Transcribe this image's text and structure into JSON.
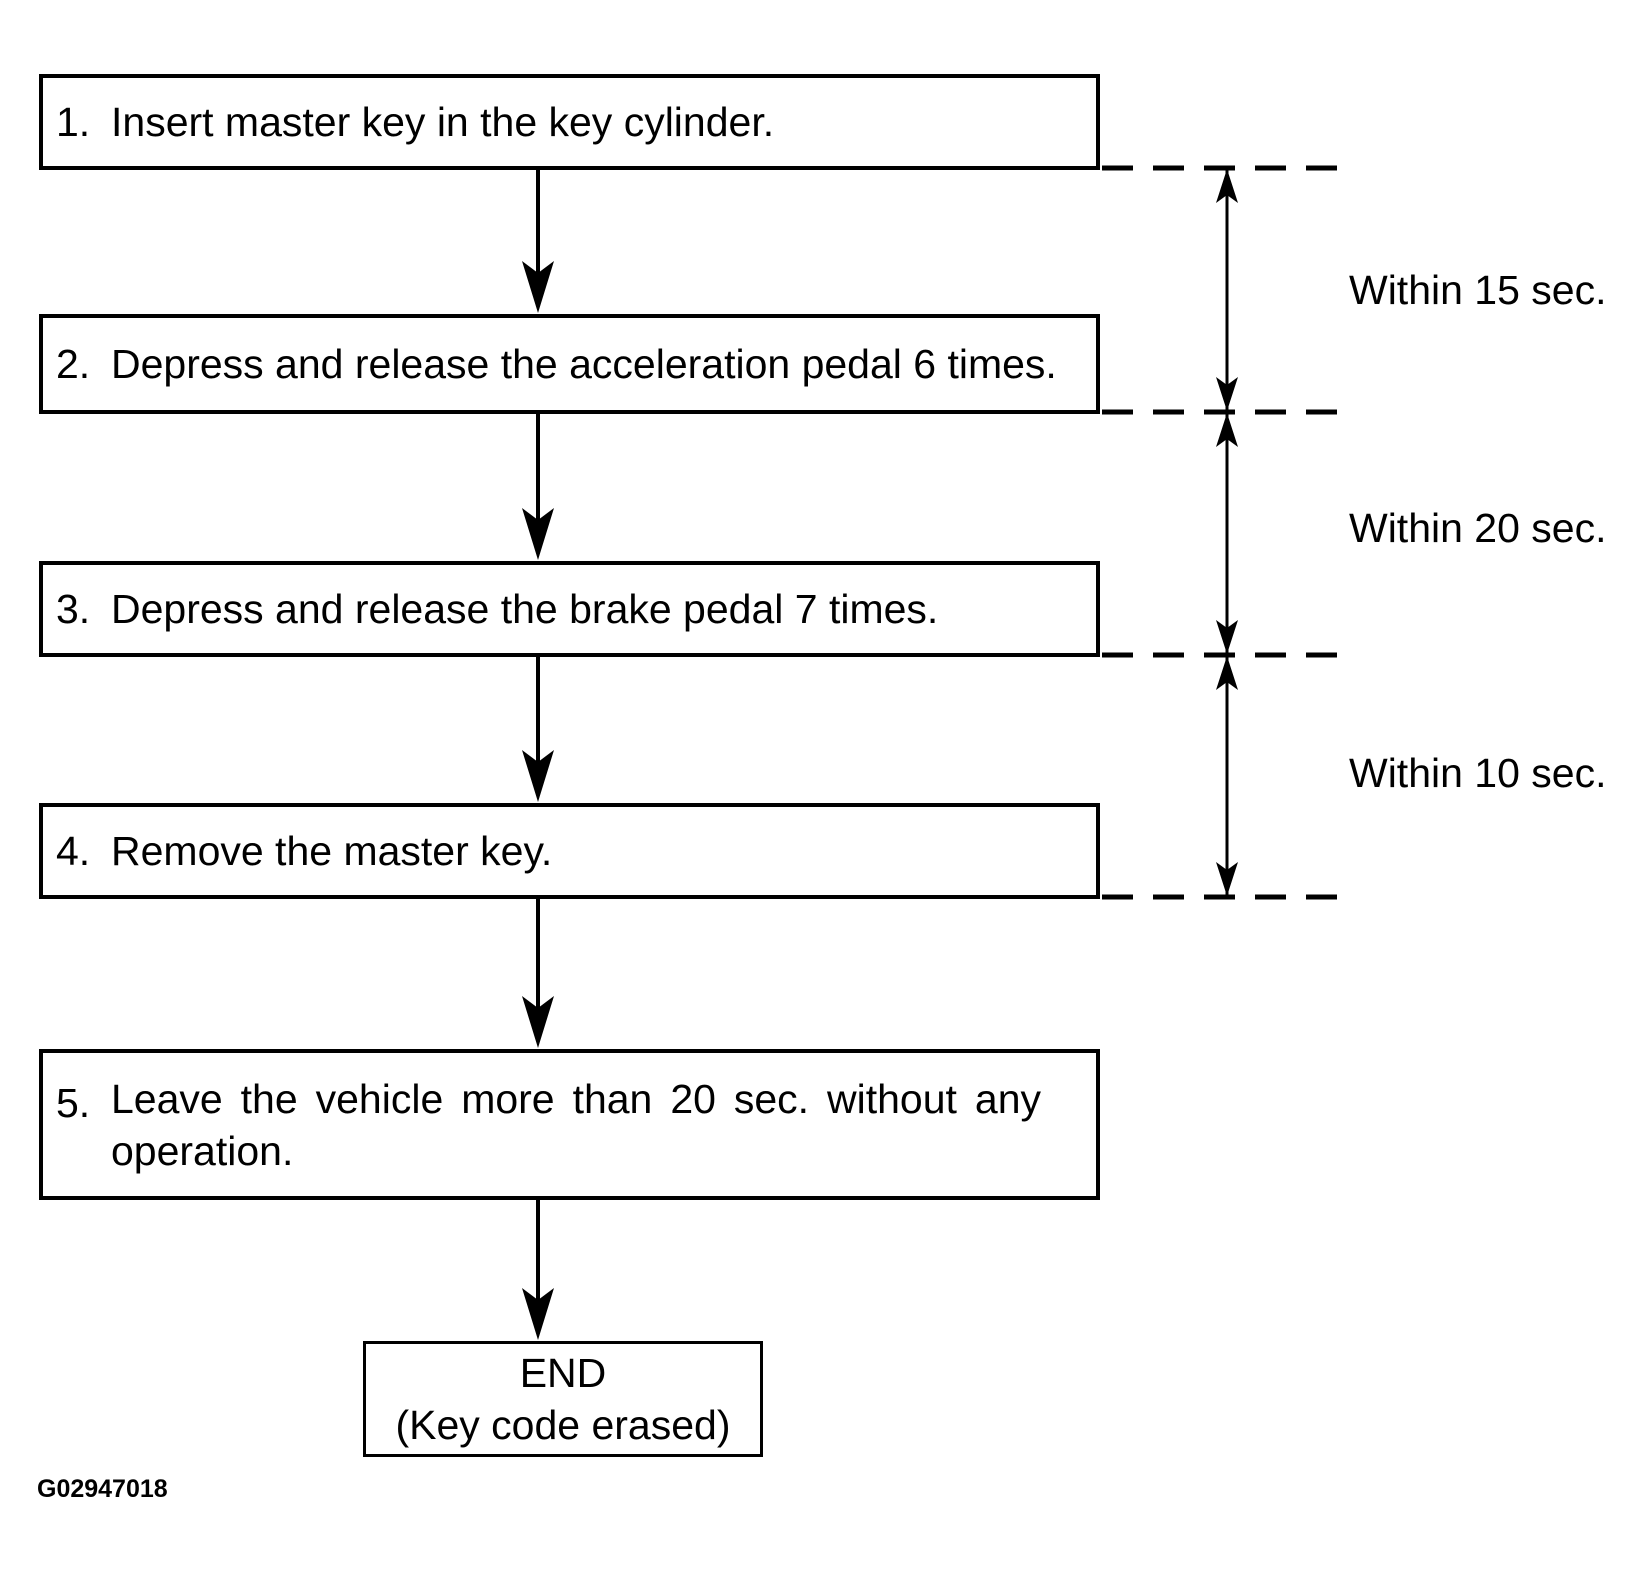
{
  "steps": [
    {
      "number": "1.",
      "text": "Insert master key in the key cylinder."
    },
    {
      "number": "2.",
      "text": "Depress and release the acceleration pedal 6 times."
    },
    {
      "number": "3.",
      "text": "Depress and release the brake pedal 7 times."
    },
    {
      "number": "4.",
      "text": "Remove the master key."
    },
    {
      "number": "5.",
      "line1": "Leave the vehicle more than 20 sec. without any",
      "line2": "operation."
    }
  ],
  "timings": [
    {
      "label": "Within 15 sec."
    },
    {
      "label": "Within 20 sec."
    },
    {
      "label": "Within 10 sec."
    }
  ],
  "end_node": {
    "title": "END",
    "subtitle": "(Key code erased)"
  },
  "figure_id": "G02947018",
  "colors": {
    "ink": "#000000",
    "paper": "#ffffff"
  }
}
